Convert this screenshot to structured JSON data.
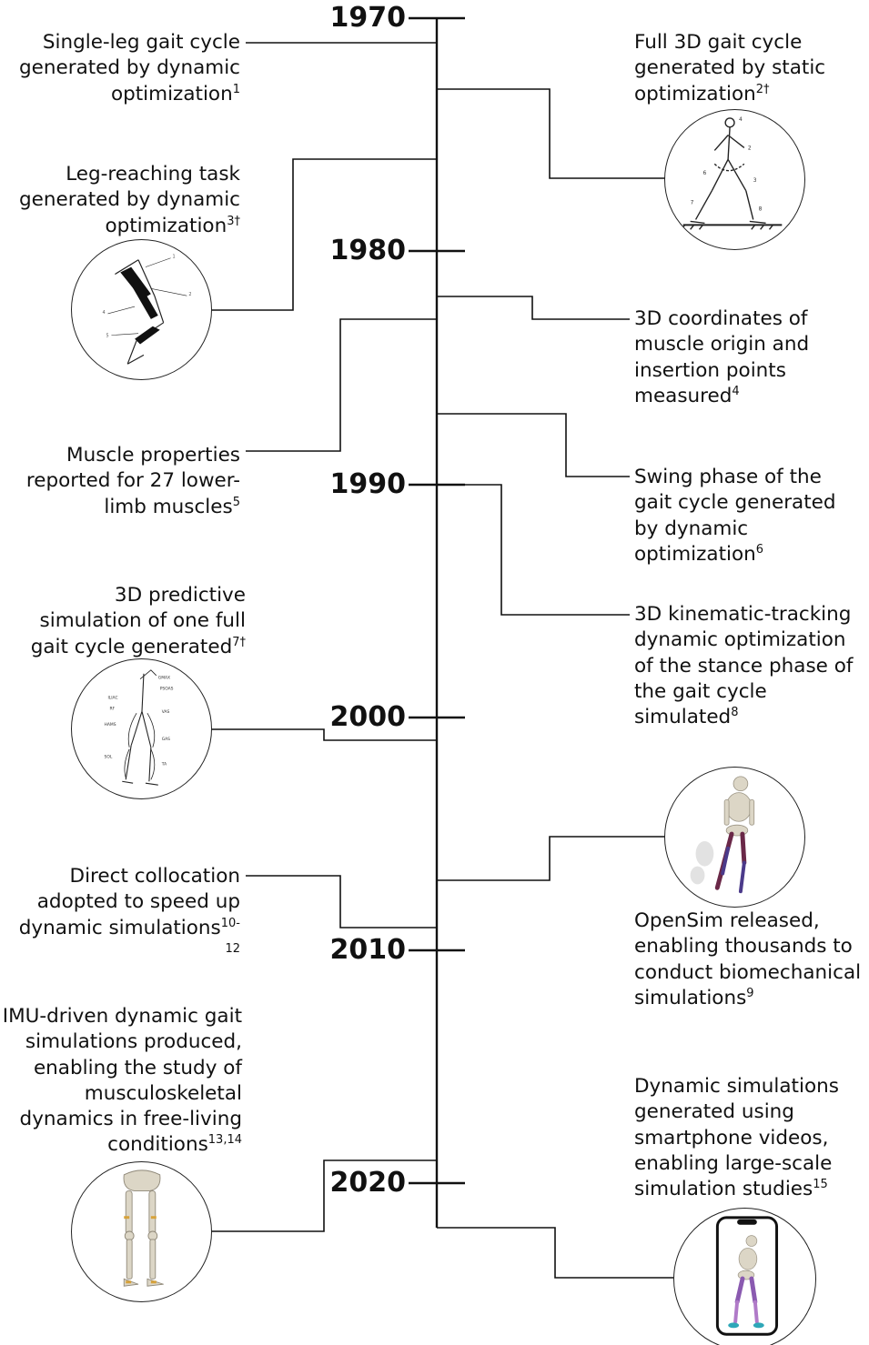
{
  "years": [
    "1970",
    "1980",
    "1990",
    "2000",
    "2010",
    "2020"
  ],
  "events": {
    "e1": {
      "text": "Single-leg gait cycle generated by dynamic optimization",
      "ref": "1"
    },
    "e2": {
      "text": "Full 3D gait cycle generated by static optimization",
      "ref": "2†"
    },
    "e3": {
      "text": "Leg-reaching task generated by dynamic optimization",
      "ref": "3†"
    },
    "e4": {
      "text": "3D coordinates of muscle origin and insertion points measured",
      "ref": "4"
    },
    "e5": {
      "text": "Muscle properties reported for 27 lower-limb muscles",
      "ref": "5"
    },
    "e6": {
      "text": "Swing phase of the gait cycle generated by dynamic optimization",
      "ref": "6"
    },
    "e7": {
      "text": "3D predictive simulation of one full gait cycle generated",
      "ref": "7†"
    },
    "e8": {
      "text": "3D kinematic-tracking dynamic optimization of the stance phase of  the gait cycle simulated",
      "ref": "8"
    },
    "e9": {
      "text": "OpenSim released, enabling thousands to conduct biomechanical simulations",
      "ref": "9"
    },
    "e10": {
      "text": "Direct collocation adopted to speed up dynamic simulations",
      "ref": "10-12"
    },
    "e11": {
      "text": "IMU-driven dynamic gait simulations produced, enabling the study of musculoskeletal dynamics in free-living conditions",
      "ref": "13,14"
    },
    "e12": {
      "text": "Dynamic simulations generated using smartphone videos, enabling large-scale simulation studies",
      "ref": "15"
    }
  },
  "illustrations": [
    "gait-diagram-icon",
    "leg-reaching-icon",
    "full-body-model-icon",
    "opensim-skeleton-icon",
    "lower-limb-skeleton-icon",
    "smartphone-skeleton-icon"
  ],
  "colors": {
    "line": "#111111",
    "muscle": "#7a2a4a",
    "muscle_alt": "#4b3a8a",
    "bone": "#d9d4c5",
    "foot": "#2fa7b8"
  }
}
